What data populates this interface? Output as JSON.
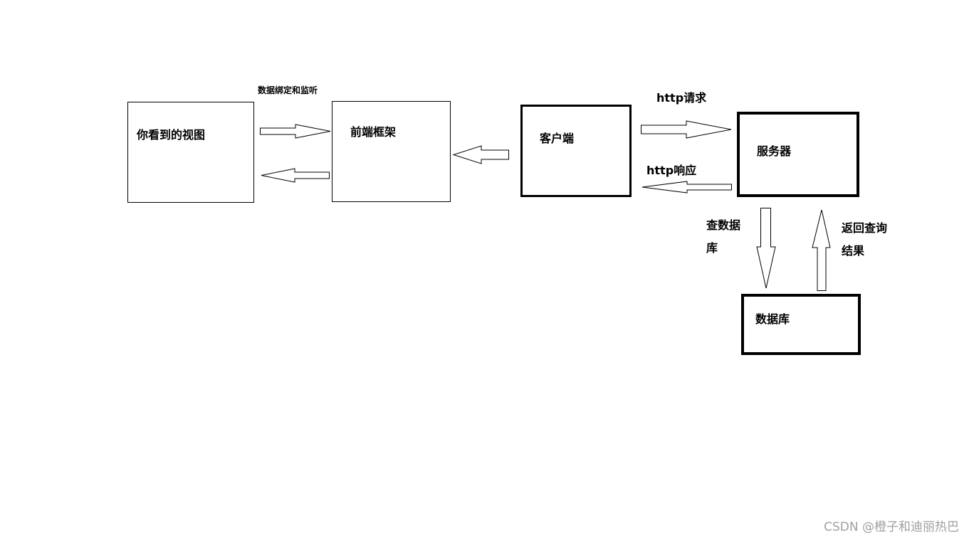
{
  "nodes": {
    "view": "你看到的视图",
    "frontend_framework": "前端框架",
    "client": "客户端",
    "server": "服务器",
    "database": "数据库"
  },
  "edges": {
    "data_binding": "数据绑定和监听",
    "http_request": "http请求",
    "http_response": "http响应",
    "query_db": "查数据库",
    "return_result": "返回查询结果"
  },
  "watermark": "CSDN @橙子和迪丽热巴"
}
